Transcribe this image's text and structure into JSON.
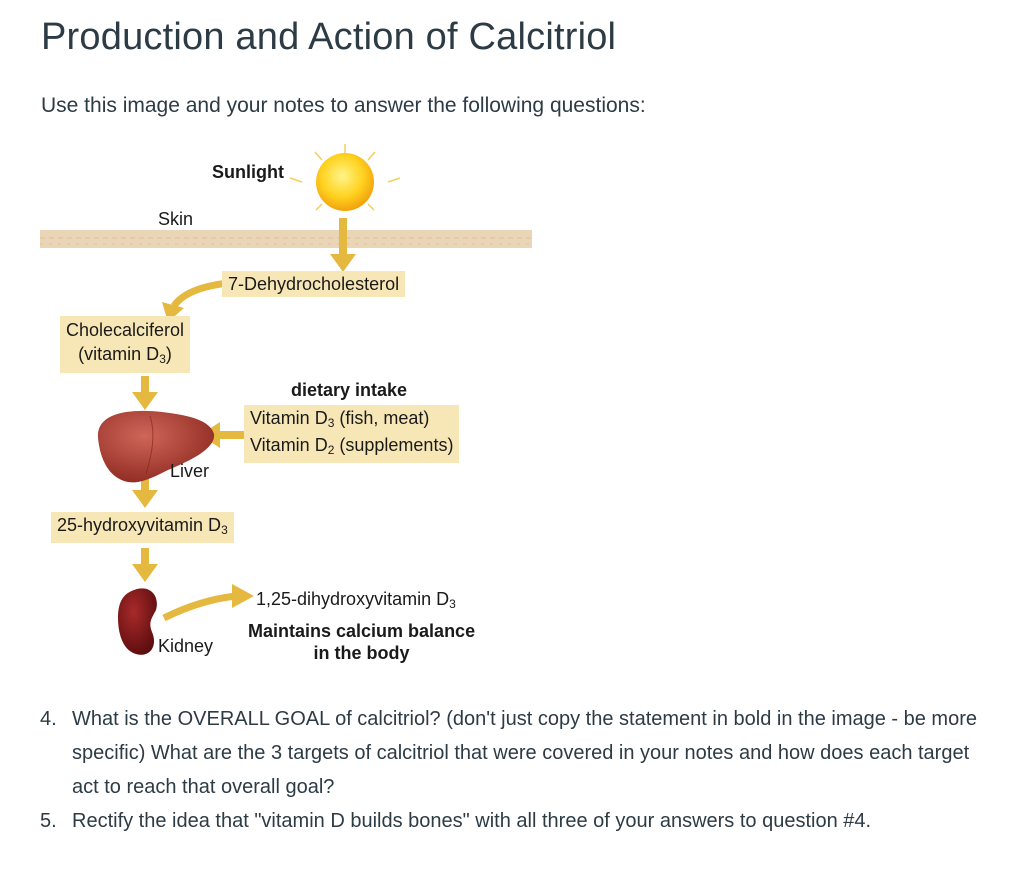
{
  "page": {
    "title": "Production and Action of Calcitriol",
    "intro": "Use this image and your notes to answer the following questions:"
  },
  "diagram": {
    "sunlight": "Sunlight",
    "skin": "Skin",
    "dehydrocholesterol": "7-Dehydrocholesterol",
    "cholecalciferol_line1": "Cholecalciferol",
    "cholecalciferol_line2_prefix": "(vitamin D",
    "cholecalciferol_line2_sub": "3",
    "cholecalciferol_line2_suffix": ")",
    "dietary_title": "dietary intake",
    "dietary_d3_prefix": "Vitamin D",
    "dietary_d3_sub": "3",
    "dietary_d3_suffix": " (fish, meat)",
    "dietary_d2_prefix": "Vitamin D",
    "dietary_d2_sub": "2",
    "dietary_d2_suffix": " (supplements)",
    "liver": "Liver",
    "hydroxy_prefix": "25-hydroxyvitamin D",
    "hydroxy_sub": "3",
    "kidney": "Kidney",
    "dihydroxy_prefix": "1,25-dihydroxyvitamin D",
    "dihydroxy_sub": "3",
    "maintains_line1": "Maintains calcium balance",
    "maintains_line2": "in the body"
  },
  "colors": {
    "label_box": "#f8e7b6",
    "arrow": "#e5b83f",
    "skin_band": "#ead5b7",
    "sun": "#ffd21f",
    "liver": "#a83a2c",
    "kidney": "#7a1416"
  },
  "questions": [
    {
      "number": "4.",
      "text": "What is the OVERALL GOAL of calcitriol? (don't just copy the statement in bold in the image - be more specific) What are the 3 targets of calcitriol that were covered in your notes and how does each target act to reach that overall goal?"
    },
    {
      "number": "5.",
      "text": "Rectify the idea that \"vitamin D builds bones\" with all three of your answers to question #4."
    }
  ]
}
